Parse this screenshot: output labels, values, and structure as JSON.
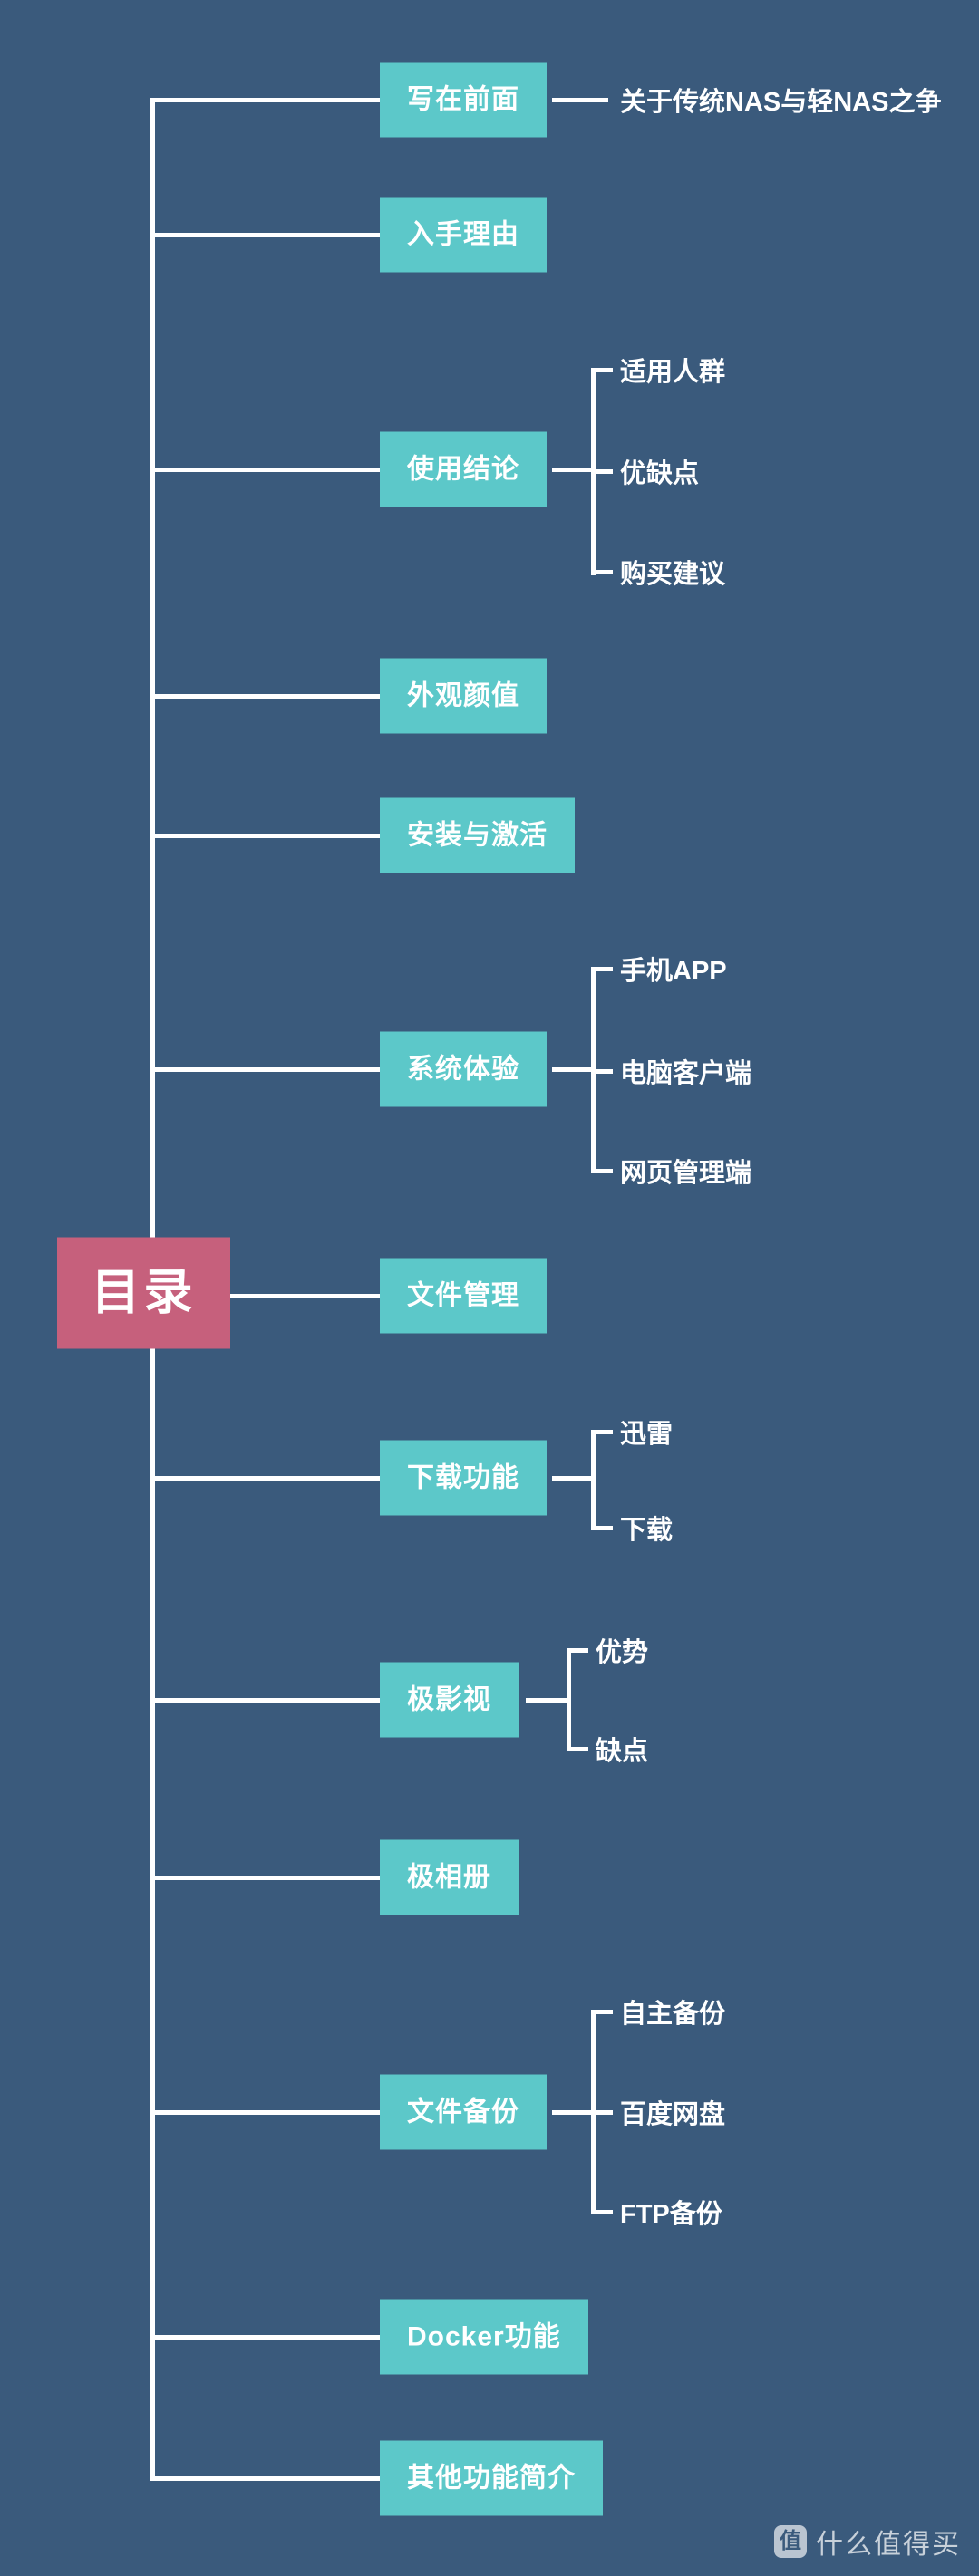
{
  "colors": {
    "background": "#3a5a7c",
    "node": "#5cc8c9",
    "root": "#c6607c",
    "line": "#ffffff",
    "text": "#ffffff"
  },
  "root": {
    "label": "目录"
  },
  "branches": [
    {
      "label": "写在前面",
      "children": [
        "关于传统NAS与轻NAS之争"
      ]
    },
    {
      "label": "入手理由",
      "children": []
    },
    {
      "label": "使用结论",
      "children": [
        "适用人群",
        "优缺点",
        "购买建议"
      ]
    },
    {
      "label": "外观颜值",
      "children": []
    },
    {
      "label": "安装与激活",
      "children": []
    },
    {
      "label": "系统体验",
      "children": [
        "手机APP",
        "电脑客户端",
        "网页管理端"
      ]
    },
    {
      "label": "文件管理",
      "children": []
    },
    {
      "label": "下载功能",
      "children": [
        "迅雷",
        "下载"
      ]
    },
    {
      "label": "极影视",
      "children": [
        "优势",
        "缺点"
      ]
    },
    {
      "label": "极相册",
      "children": []
    },
    {
      "label": "文件备份",
      "children": [
        "自主备份",
        "百度网盘",
        "FTP备份"
      ]
    },
    {
      "label": "Docker功能",
      "children": []
    },
    {
      "label": "其他功能简介",
      "children": []
    }
  ],
  "watermark": {
    "logo_char": "值",
    "label": "什么值得买"
  }
}
